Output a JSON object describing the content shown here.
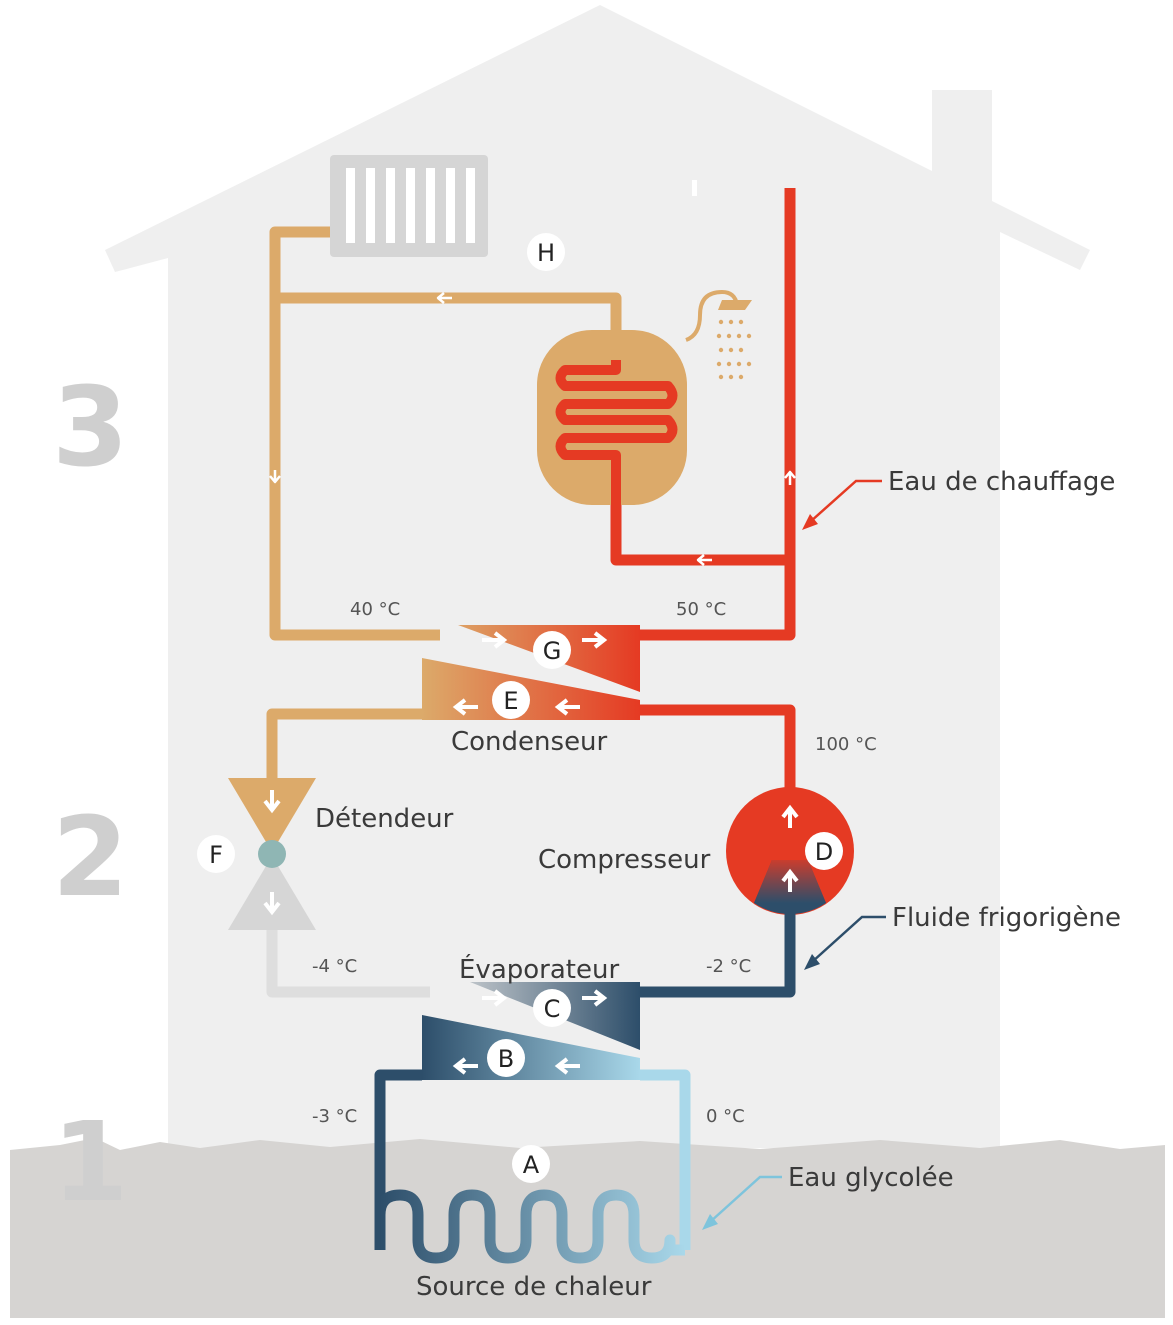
{
  "zones": {
    "z1": "1",
    "z2": "2",
    "z3": "3"
  },
  "letters": {
    "a": "A",
    "b": "B",
    "c": "C",
    "d": "D",
    "e": "E",
    "f": "F",
    "g": "G",
    "h": "H"
  },
  "labels": {
    "condenseur": "Condenseur",
    "detendeur": "Détendeur",
    "compresseur": "Compresseur",
    "evaporateur": "Évaporateur",
    "source": "Source de chaleur",
    "eau_chauffage": "Eau de chauffage",
    "fluide": "Fluide frigorigène",
    "eau_glycolee": "Eau glycolée"
  },
  "temps": {
    "t40": "40 °C",
    "t50": "50 °C",
    "t100": "100 °C",
    "tm4": "-4 °C",
    "tm2": "-2 °C",
    "tm3": "-3 °C",
    "t0": "0 °C"
  },
  "colors": {
    "house": "#efefef",
    "ground": "#d6d4d2",
    "hot_red": "#e53a23",
    "warm_tan": "#dcaa6a",
    "cold_navy": "#2d4e6a",
    "light_blue": "#a9d8ea",
    "pale_gray": "#dedede"
  }
}
